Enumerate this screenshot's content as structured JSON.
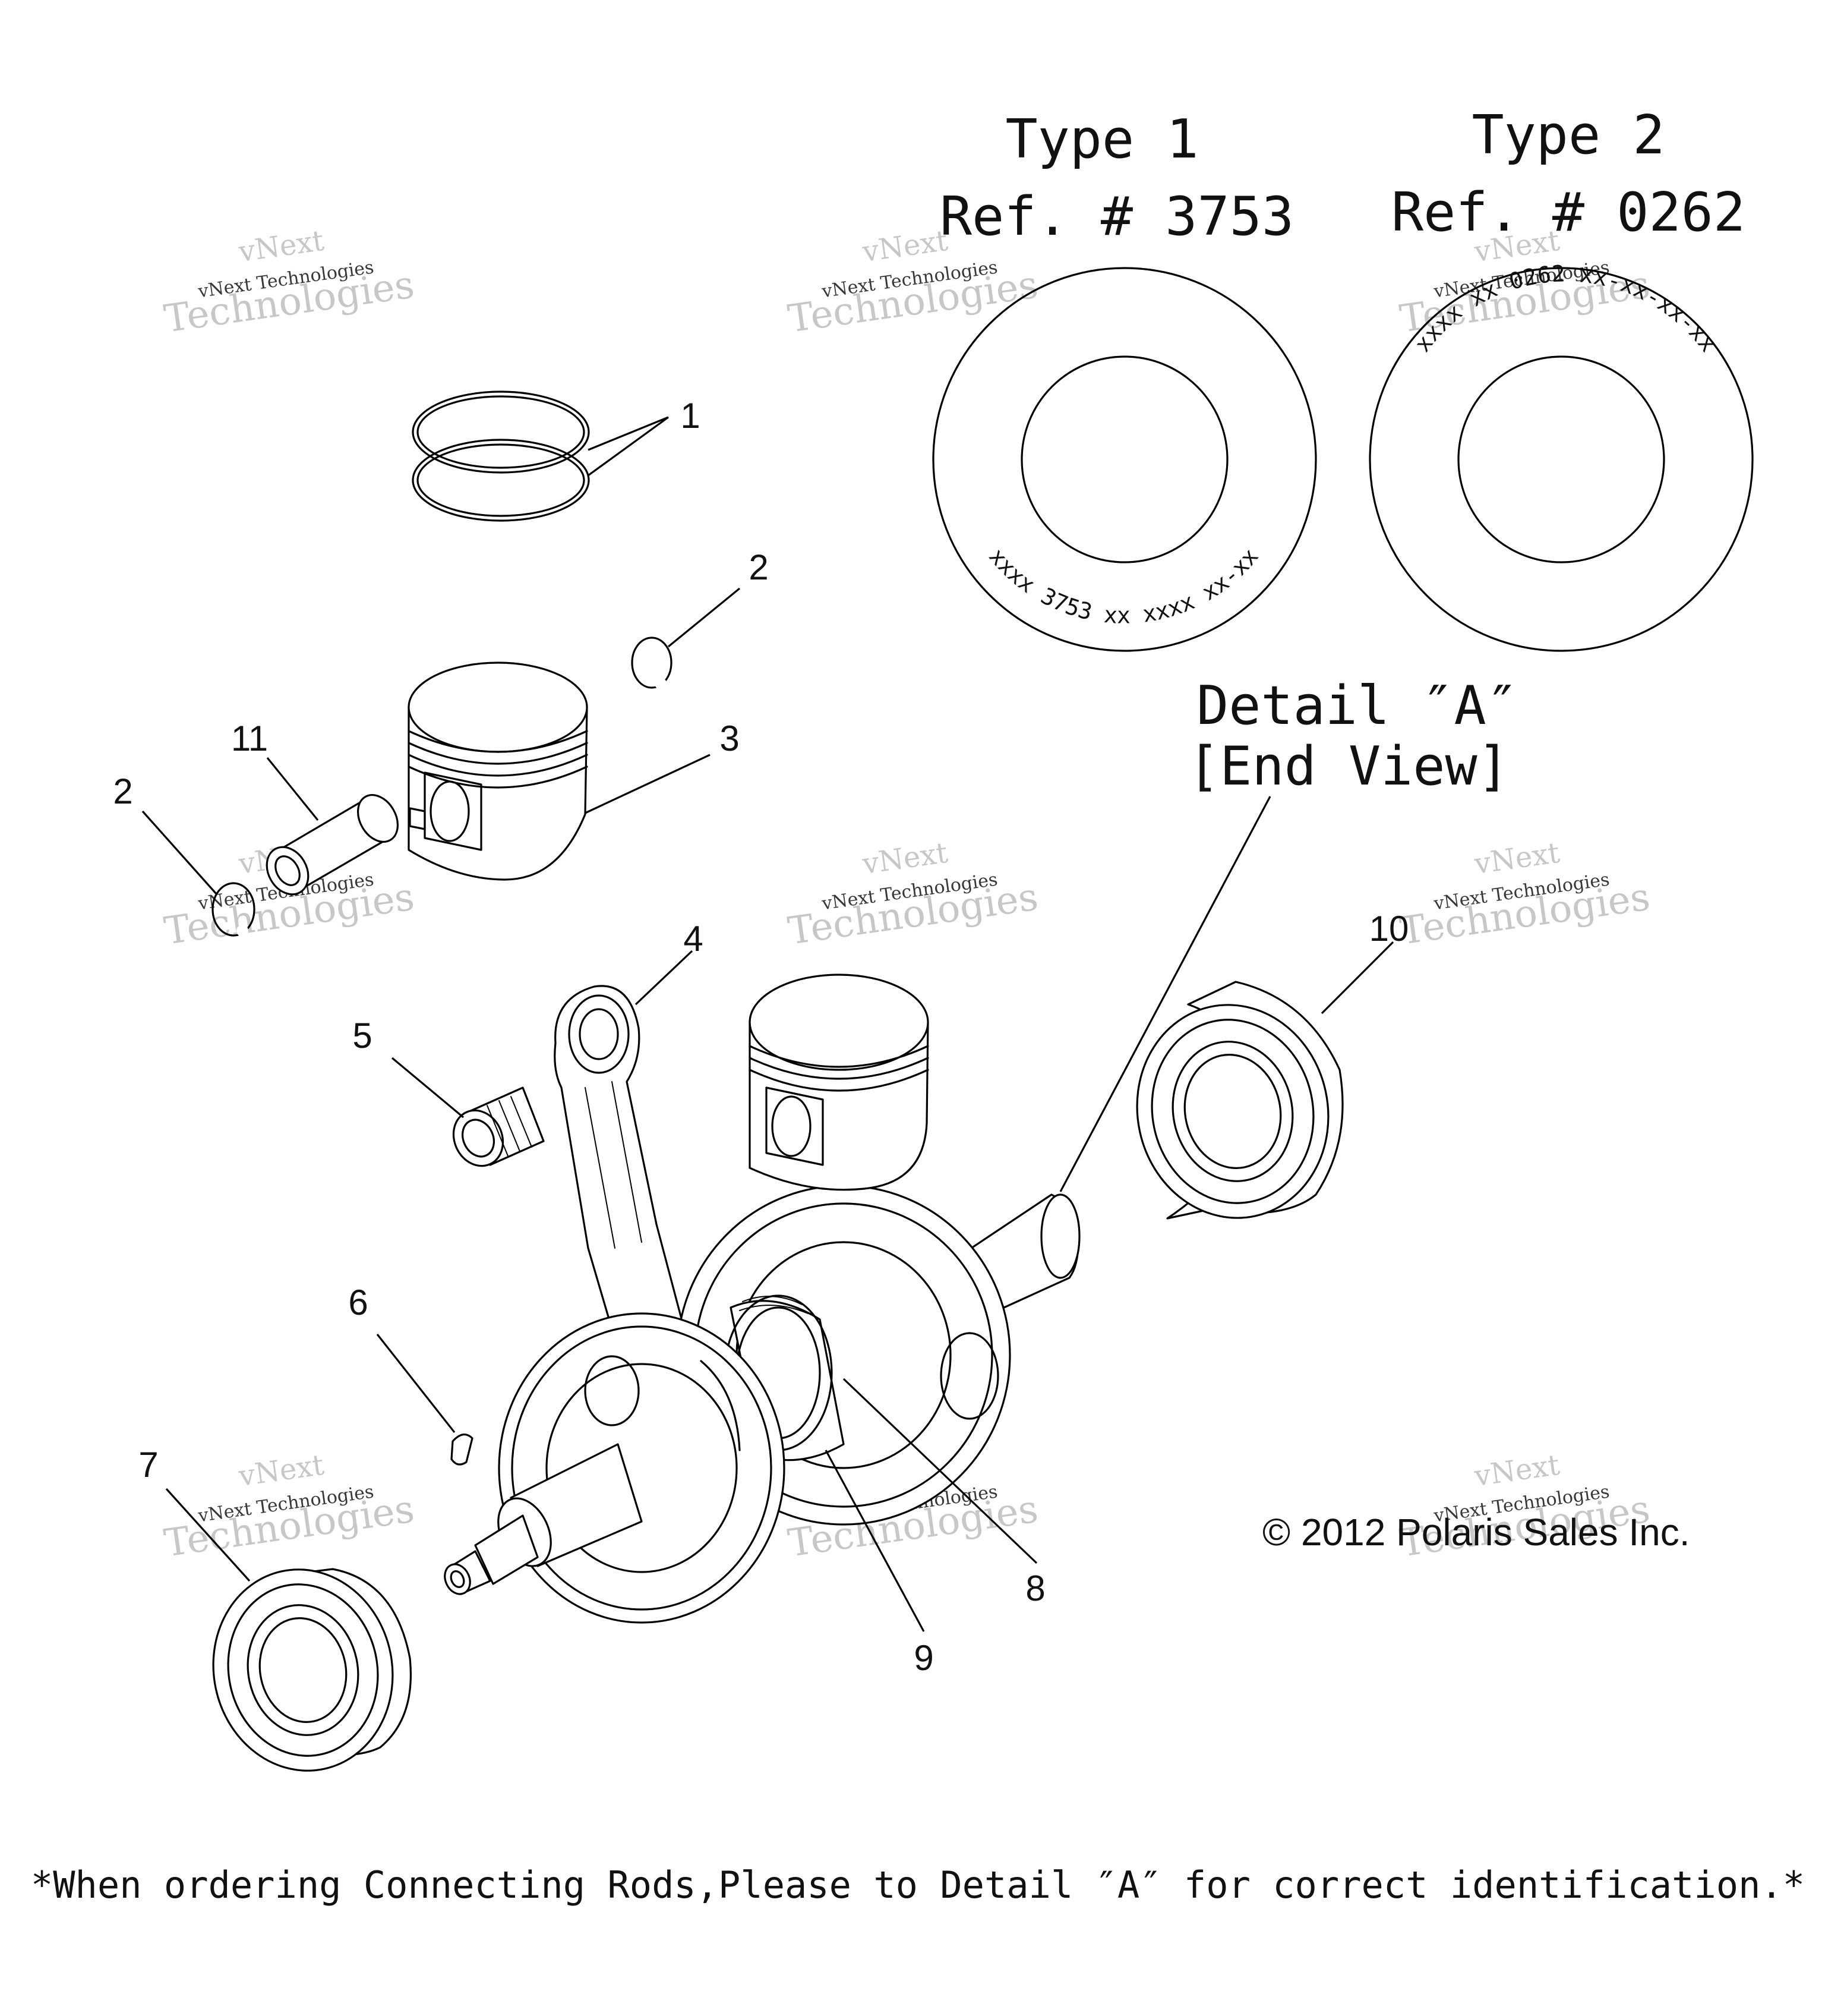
{
  "callouts": [
    {
      "id": "1",
      "label": "1"
    },
    {
      "id": "2a",
      "label": "2"
    },
    {
      "id": "2b",
      "label": "2"
    },
    {
      "id": "3",
      "label": "3"
    },
    {
      "id": "4",
      "label": "4"
    },
    {
      "id": "5",
      "label": "5"
    },
    {
      "id": "6",
      "label": "6"
    },
    {
      "id": "7",
      "label": "7"
    },
    {
      "id": "8",
      "label": "8"
    },
    {
      "id": "9",
      "label": "9"
    },
    {
      "id": "10",
      "label": "10"
    },
    {
      "id": "11",
      "label": "11"
    }
  ],
  "types": [
    {
      "title": "Type 1",
      "ref": "Ref. # 3753",
      "marking_left": "xxxx 3753 xx xxxx xx-xx"
    },
    {
      "title": "Type 2",
      "ref": "Ref. # 0262",
      "marking_left": "xxxx xx 0262 xx-xx-xx-xx"
    }
  ],
  "detail": {
    "line1": "Detail ″A″",
    "line2": "[End View]"
  },
  "copyright": "© 2012 Polaris Sales Inc.",
  "footer_note": "*When ordering Connecting Rods,Please to Detail ″A″ for correct identification.*",
  "watermark": {
    "line1": "vNext",
    "line2": "vNext Technologies",
    "line3": "Technologies"
  }
}
